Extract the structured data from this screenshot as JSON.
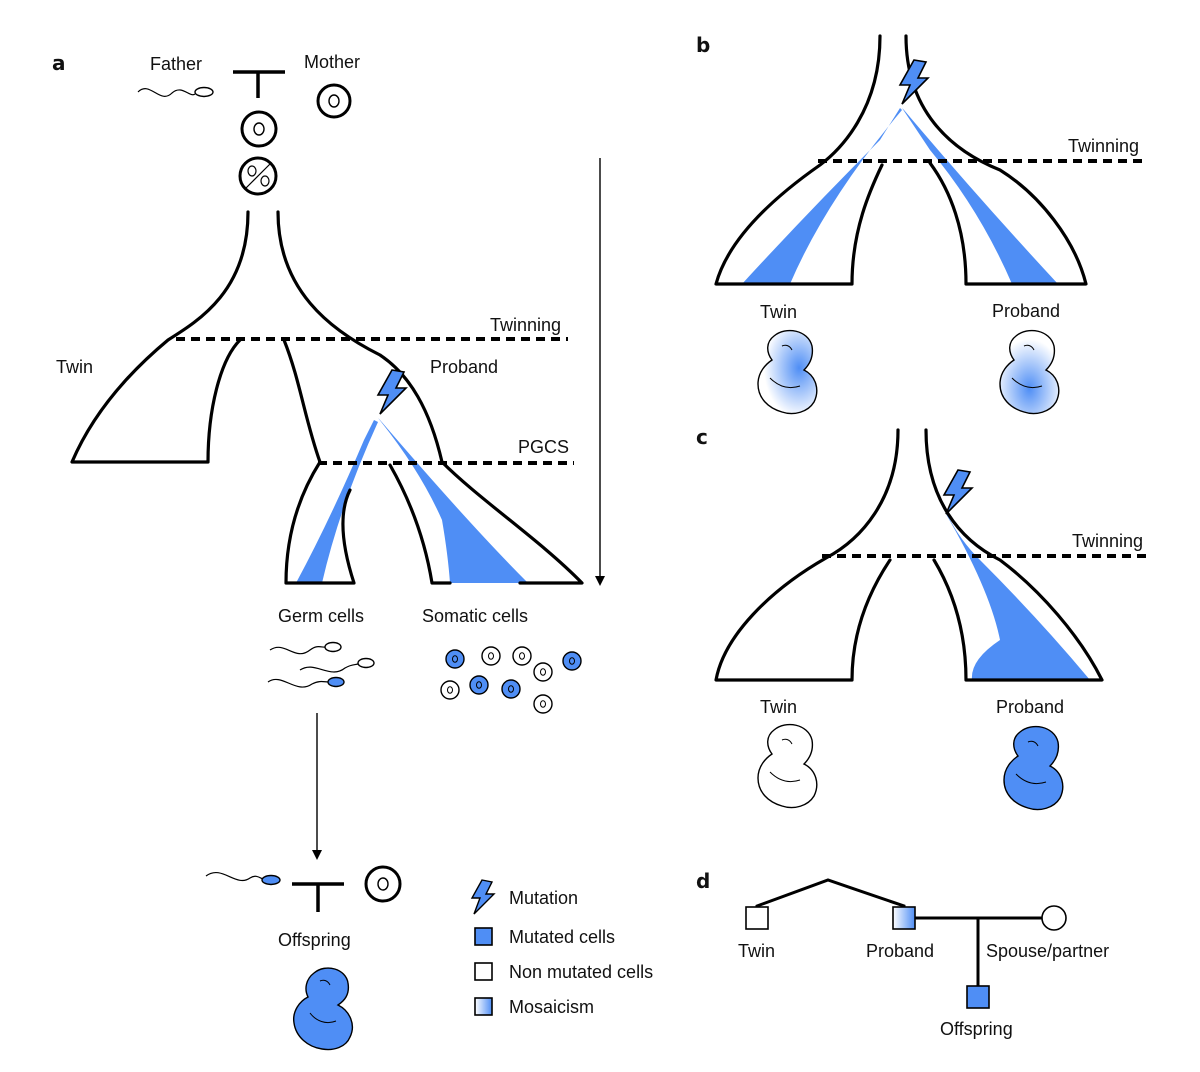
{
  "panels": {
    "a": "a",
    "b": "b",
    "c": "c",
    "d": "d"
  },
  "panel_a": {
    "father": "Father",
    "mother": "Mother",
    "twinning": "Twinning",
    "twin": "Twin",
    "proband": "Proband",
    "pgcs": "PGCS",
    "germ_cells": "Germ cells",
    "somatic_cells": "Somatic cells",
    "offspring": "Offspring"
  },
  "legend": {
    "mutation": "Mutation",
    "mutated_cells": "Mutated cells",
    "non_mutated_cells": "Non mutated cells",
    "mosaicism": "Mosaicism"
  },
  "panel_b": {
    "twinning": "Twinning",
    "twin": "Twin",
    "proband": "Proband"
  },
  "panel_c": {
    "twinning": "Twinning",
    "twin": "Twin",
    "proband": "Proband"
  },
  "panel_d": {
    "twin": "Twin",
    "proband": "Proband",
    "spouse": "Spouse/partner",
    "offspring": "Offspring"
  },
  "colors": {
    "mutated": "#4f8ef5",
    "outline": "#000000",
    "background": "#ffffff"
  }
}
